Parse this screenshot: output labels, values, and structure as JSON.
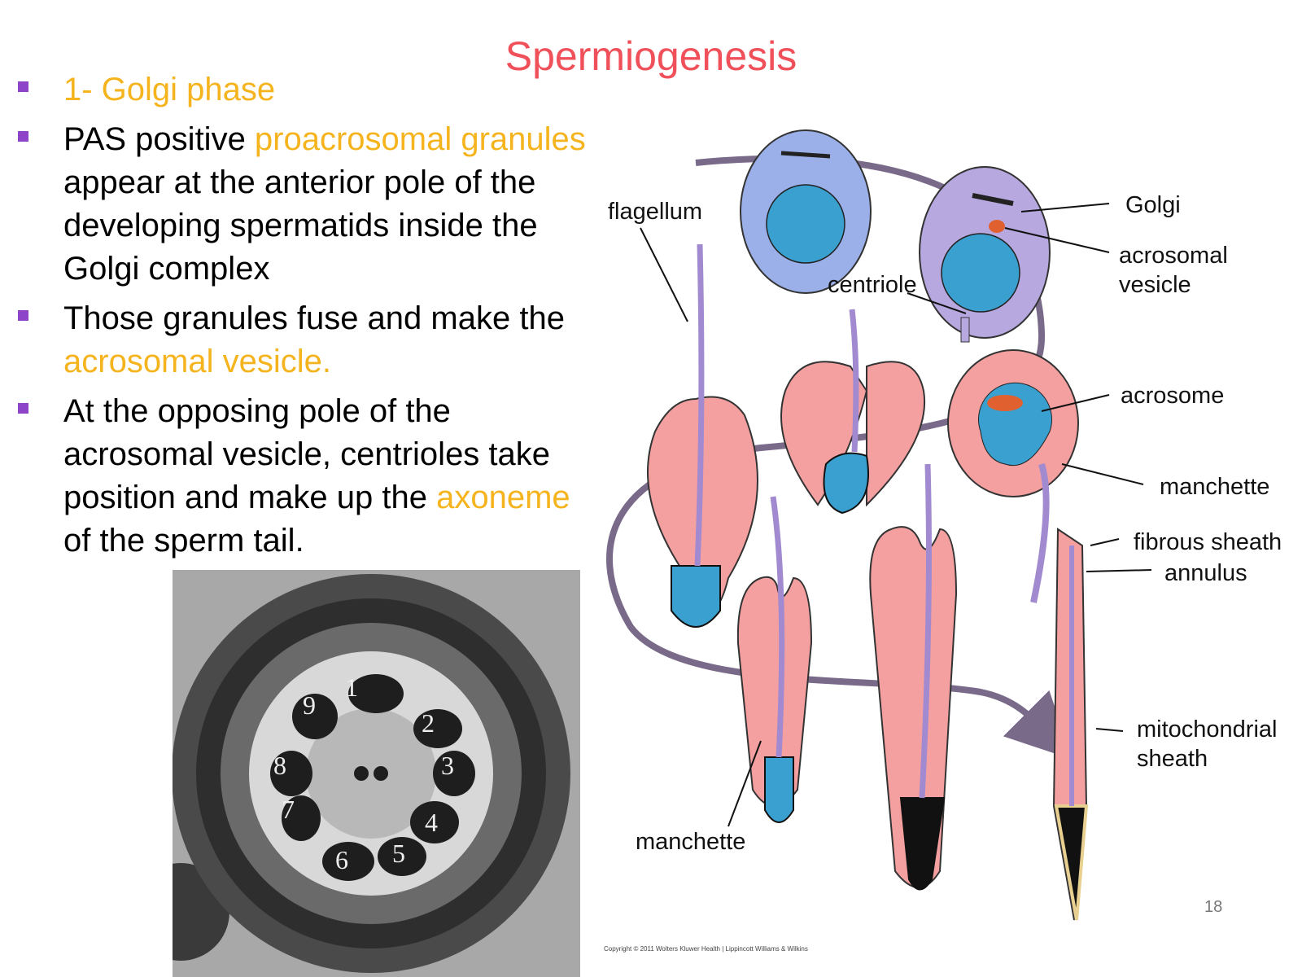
{
  "slide": {
    "title": "Spermiogenesis",
    "page_number": "18",
    "copyright": "Copyright © 2011 Wolters Kluwer Health | Lippincott Williams & Wilkins"
  },
  "bullets": [
    {
      "segments": [
        {
          "text": "1- Golgi phase",
          "highlight": true
        }
      ]
    },
    {
      "segments": [
        {
          "text": "PAS positive ",
          "highlight": false
        },
        {
          "text": "proacrosomal granules",
          "highlight": true
        },
        {
          "text": " appear at the anterior pole of the developing spermatids inside the Golgi complex",
          "highlight": false
        }
      ]
    },
    {
      "segments": [
        {
          "text": "Those granules fuse and make the ",
          "highlight": false
        },
        {
          "text": "acrosomal vesicle.",
          "highlight": true
        }
      ]
    },
    {
      "segments": [
        {
          "text": "At the opposing pole of the acrosomal vesicle, centrioles take position and make up the ",
          "highlight": false
        },
        {
          "text": "axoneme",
          "highlight": true
        },
        {
          "text": " of the sperm tail.",
          "highlight": false
        }
      ]
    }
  ],
  "micrograph": {
    "doublet_numbers": [
      "1",
      "2",
      "3",
      "4",
      "5",
      "6",
      "7",
      "8",
      "9"
    ]
  },
  "diagram_labels": {
    "flagellum": "flagellum",
    "centriole": "centriole",
    "golgi": "Golgi",
    "acrosomal_vesicle_1": "acrosomal",
    "acrosomal_vesicle_2": "vesicle",
    "acrosome": "acrosome",
    "manchette_right": "manchette",
    "fibrous_sheath": "fibrous sheath",
    "annulus": "annulus",
    "mitochondrial_sheath_1": "mitochondrial",
    "mitochondrial_sheath_2": "sheath",
    "manchette_bottom": "manchette"
  },
  "colors": {
    "title": "#f0505a",
    "highlight": "#f5b41e",
    "bullet": "#8e44c8",
    "cell_pink": "#f4a0a0",
    "cell_purple": "#b8a8e0",
    "cell_blue": "#9bb0e8",
    "nucleus": "#3aa0d0",
    "cycle_arrow": "#7a6a8a"
  }
}
